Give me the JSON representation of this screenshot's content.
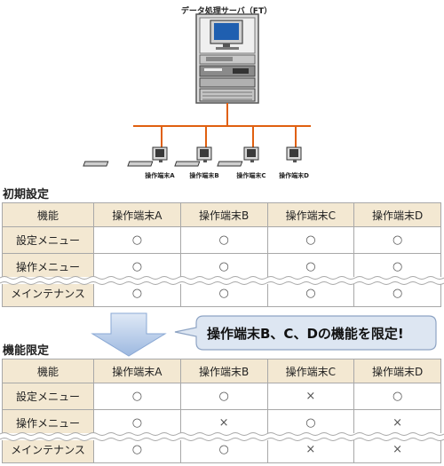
{
  "diagram": {
    "server_title": "データ処理サーバ（FT）",
    "terminals": [
      "操作端末A",
      "操作端末B",
      "操作端末C",
      "操作端末D"
    ]
  },
  "initial": {
    "section_title": "初期設定",
    "header": [
      "機能",
      "操作端末A",
      "操作端末B",
      "操作端末C",
      "操作端末D"
    ],
    "rows": [
      {
        "label": "設定メニュー",
        "cells": [
          "○",
          "○",
          "○",
          "○"
        ]
      },
      {
        "label": "操作メニュー",
        "cells": [
          "○",
          "○",
          "○",
          "○"
        ]
      },
      {
        "label": "メインテナンス",
        "cells": [
          "○",
          "○",
          "○",
          "○"
        ]
      }
    ]
  },
  "limited": {
    "section_title": "機能限定",
    "callout": "操作端末B、C、Dの機能を限定!",
    "header": [
      "機能",
      "操作端末A",
      "操作端末B",
      "操作端末C",
      "操作端末D"
    ],
    "rows": [
      {
        "label": "設定メニュー",
        "cells": [
          "○",
          "○",
          "×",
          "○"
        ]
      },
      {
        "label": "操作メニュー",
        "cells": [
          "○",
          "×",
          "○",
          "×"
        ]
      },
      {
        "label": "メインテナンス",
        "cells": [
          "○",
          "○",
          "×",
          "×"
        ]
      }
    ]
  }
}
